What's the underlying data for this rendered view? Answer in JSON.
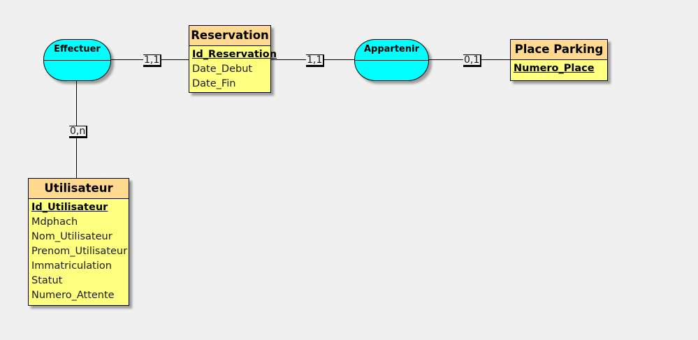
{
  "diagram": {
    "relations": {
      "effectuer": {
        "name": "Effectuer"
      },
      "appartenir": {
        "name": "Appartenir"
      }
    },
    "entities": {
      "reservation": {
        "name": "Reservation",
        "identifier": "Id_Reservation",
        "attributes": [
          "Date_Debut",
          "Date_Fin"
        ]
      },
      "place_parking": {
        "name": "Place Parking",
        "identifier": "Numero_Place",
        "attributes": []
      },
      "utilisateur": {
        "name": "Utilisateur",
        "identifier": "Id_Utilisateur",
        "attributes": [
          "Mdphach",
          "Nom_Utilisateur",
          "Prenom_Utilisateur",
          "Immatriculation",
          "Statut",
          "Numero_Attente"
        ]
      }
    },
    "cardinalities": {
      "effectuer_reservation": "1,1",
      "reservation_appartenir": "1,1",
      "appartenir_place": "0,1",
      "effectuer_utilisateur": "0,n"
    },
    "colors": {
      "entity_fill": "#ffff80",
      "entity_header": "#ffd98f",
      "relation_fill": "#00ffff",
      "background": "#f0f0f0"
    }
  }
}
